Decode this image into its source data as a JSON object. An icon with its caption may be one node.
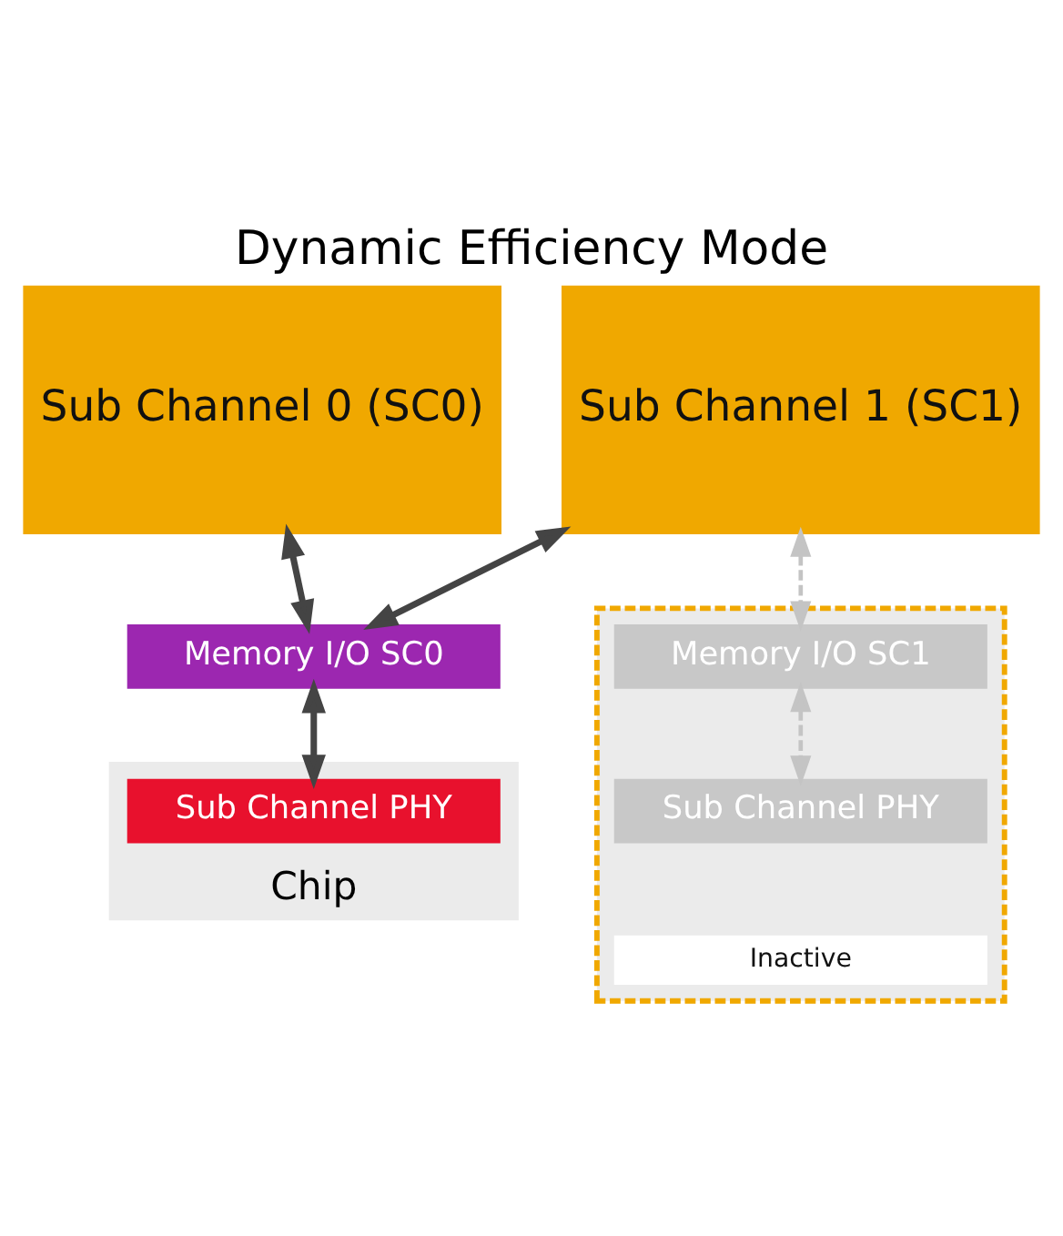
{
  "diagram": {
    "title": "Dynamic Efficiency Mode",
    "nodes": [
      {
        "text": [
          "Sub Channel 0 (SC0)"
        ]
      },
      {
        "text": [
          "Sub Channel 1 (SC1)"
        ]
      },
      {
        "text": [
          "Memory I/O SC0"
        ]
      },
      {
        "text": [],
        "shape": "box"
      },
      {
        "text": [
          "Memory I/O SC1"
        ],
        "in": 3
      },
      {
        "text": [
          "Chip"
        ]
      },
      {
        "text": [
          "Sub Channel PHY"
        ],
        "in": 5
      },
      {
        "text": [
          "Sub Channel PHY"
        ],
        "in": 3
      },
      {
        "text": [
          "Inactive"
        ],
        "in": 3
      }
    ],
    "edges": [
      {
        "from": 0,
        "to": 2,
        "arrow": "both"
      },
      {
        "from": 1,
        "to": 2,
        "arrow": "both"
      },
      {
        "from": 1,
        "to": 4,
        "arrow": "both",
        "style": "dashed",
        "color": "#c4c4c4"
      },
      {
        "from": 2,
        "to": 6,
        "arrow": "both"
      },
      {
        "from": 4,
        "to": 7,
        "arrow": "both",
        "style": "dashed",
        "color": "#c4c4c4"
      }
    ]
  }
}
